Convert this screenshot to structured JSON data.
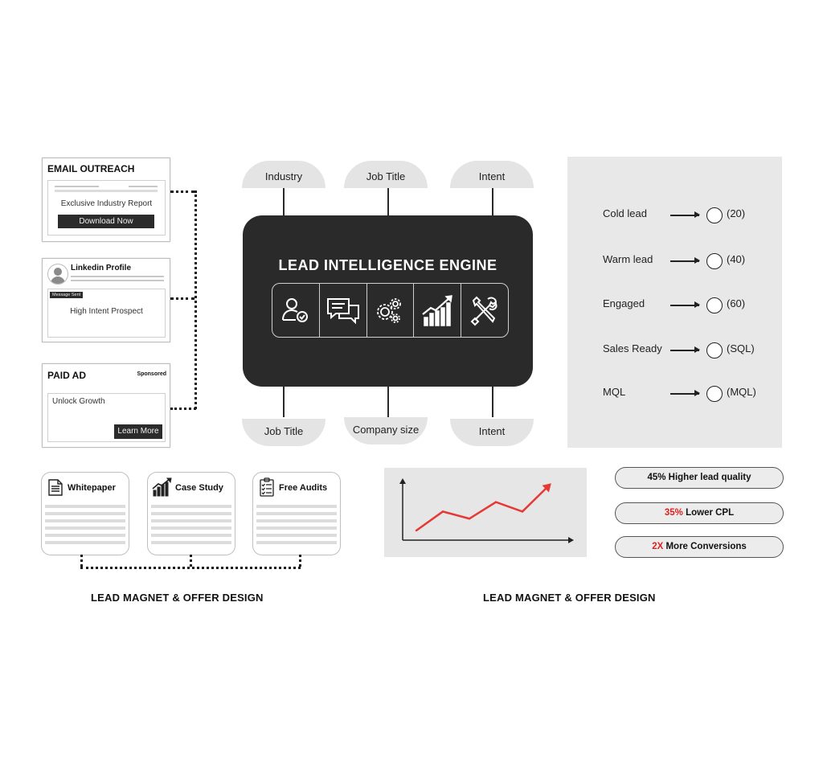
{
  "email_card": {
    "title": "EMAIL OUTREACH",
    "report_text": "Exclusive Industry Report",
    "button_label": "Download Now"
  },
  "linkedin_card": {
    "title": "Linkedin Profile",
    "badge": "Message Sent",
    "prospect_text": "High Intent Prospect"
  },
  "ad_card": {
    "title": "PAID AD",
    "sponsored": "Sponsored",
    "body_text": "Unlock Growth",
    "button_label": "Learn More"
  },
  "engine": {
    "title": "LEAD INTELLIGENCE ENGINE",
    "icons": [
      "user-check-icon",
      "chat-bubbles-icon",
      "gears-icon",
      "growth-chart-icon",
      "tools-icon"
    ],
    "inputs_top": [
      "Industry",
      "Job Title",
      "Intent"
    ],
    "inputs_bottom": [
      "Job Title",
      "Company size",
      "Intent"
    ]
  },
  "lead_scoring": [
    {
      "label": "Cold lead",
      "score": "(20)"
    },
    {
      "label": "Warm lead",
      "score": "(40)"
    },
    {
      "label": "Engaged",
      "score": "(60)"
    },
    {
      "label": "Sales Ready",
      "score": "(SQL)"
    },
    {
      "label": "MQL",
      "score": "(MQL)"
    }
  ],
  "lead_magnets": [
    {
      "label": "Whitepaper",
      "icon": "document-icon"
    },
    {
      "label": "Case Study",
      "icon": "bar-chart-icon"
    },
    {
      "label": "Free Audits",
      "icon": "checklist-icon"
    }
  ],
  "section_labels": {
    "left": "LEAD MAGNET & OFFER DESIGN",
    "right": "LEAD MAGNET & OFFER DESIGN"
  },
  "results": [
    {
      "highlight": "",
      "text": "45% Higher  lead quality"
    },
    {
      "highlight": "35%",
      "text": " Lower CPL"
    },
    {
      "highlight": "2X",
      "text": " More Conversions"
    }
  ],
  "chart_data": {
    "type": "line",
    "x": [
      1,
      2,
      3,
      4,
      5,
      6
    ],
    "values": [
      1,
      2.6,
      2.0,
      3.4,
      2.6,
      4.8
    ],
    "title": "",
    "xlabel": "",
    "ylabel": "",
    "line_color": "#e53935",
    "grid": false
  },
  "colors": {
    "engine_bg": "#2a2a2a",
    "panel_bg": "#e8e8e8",
    "accent_red": "#e02020"
  }
}
